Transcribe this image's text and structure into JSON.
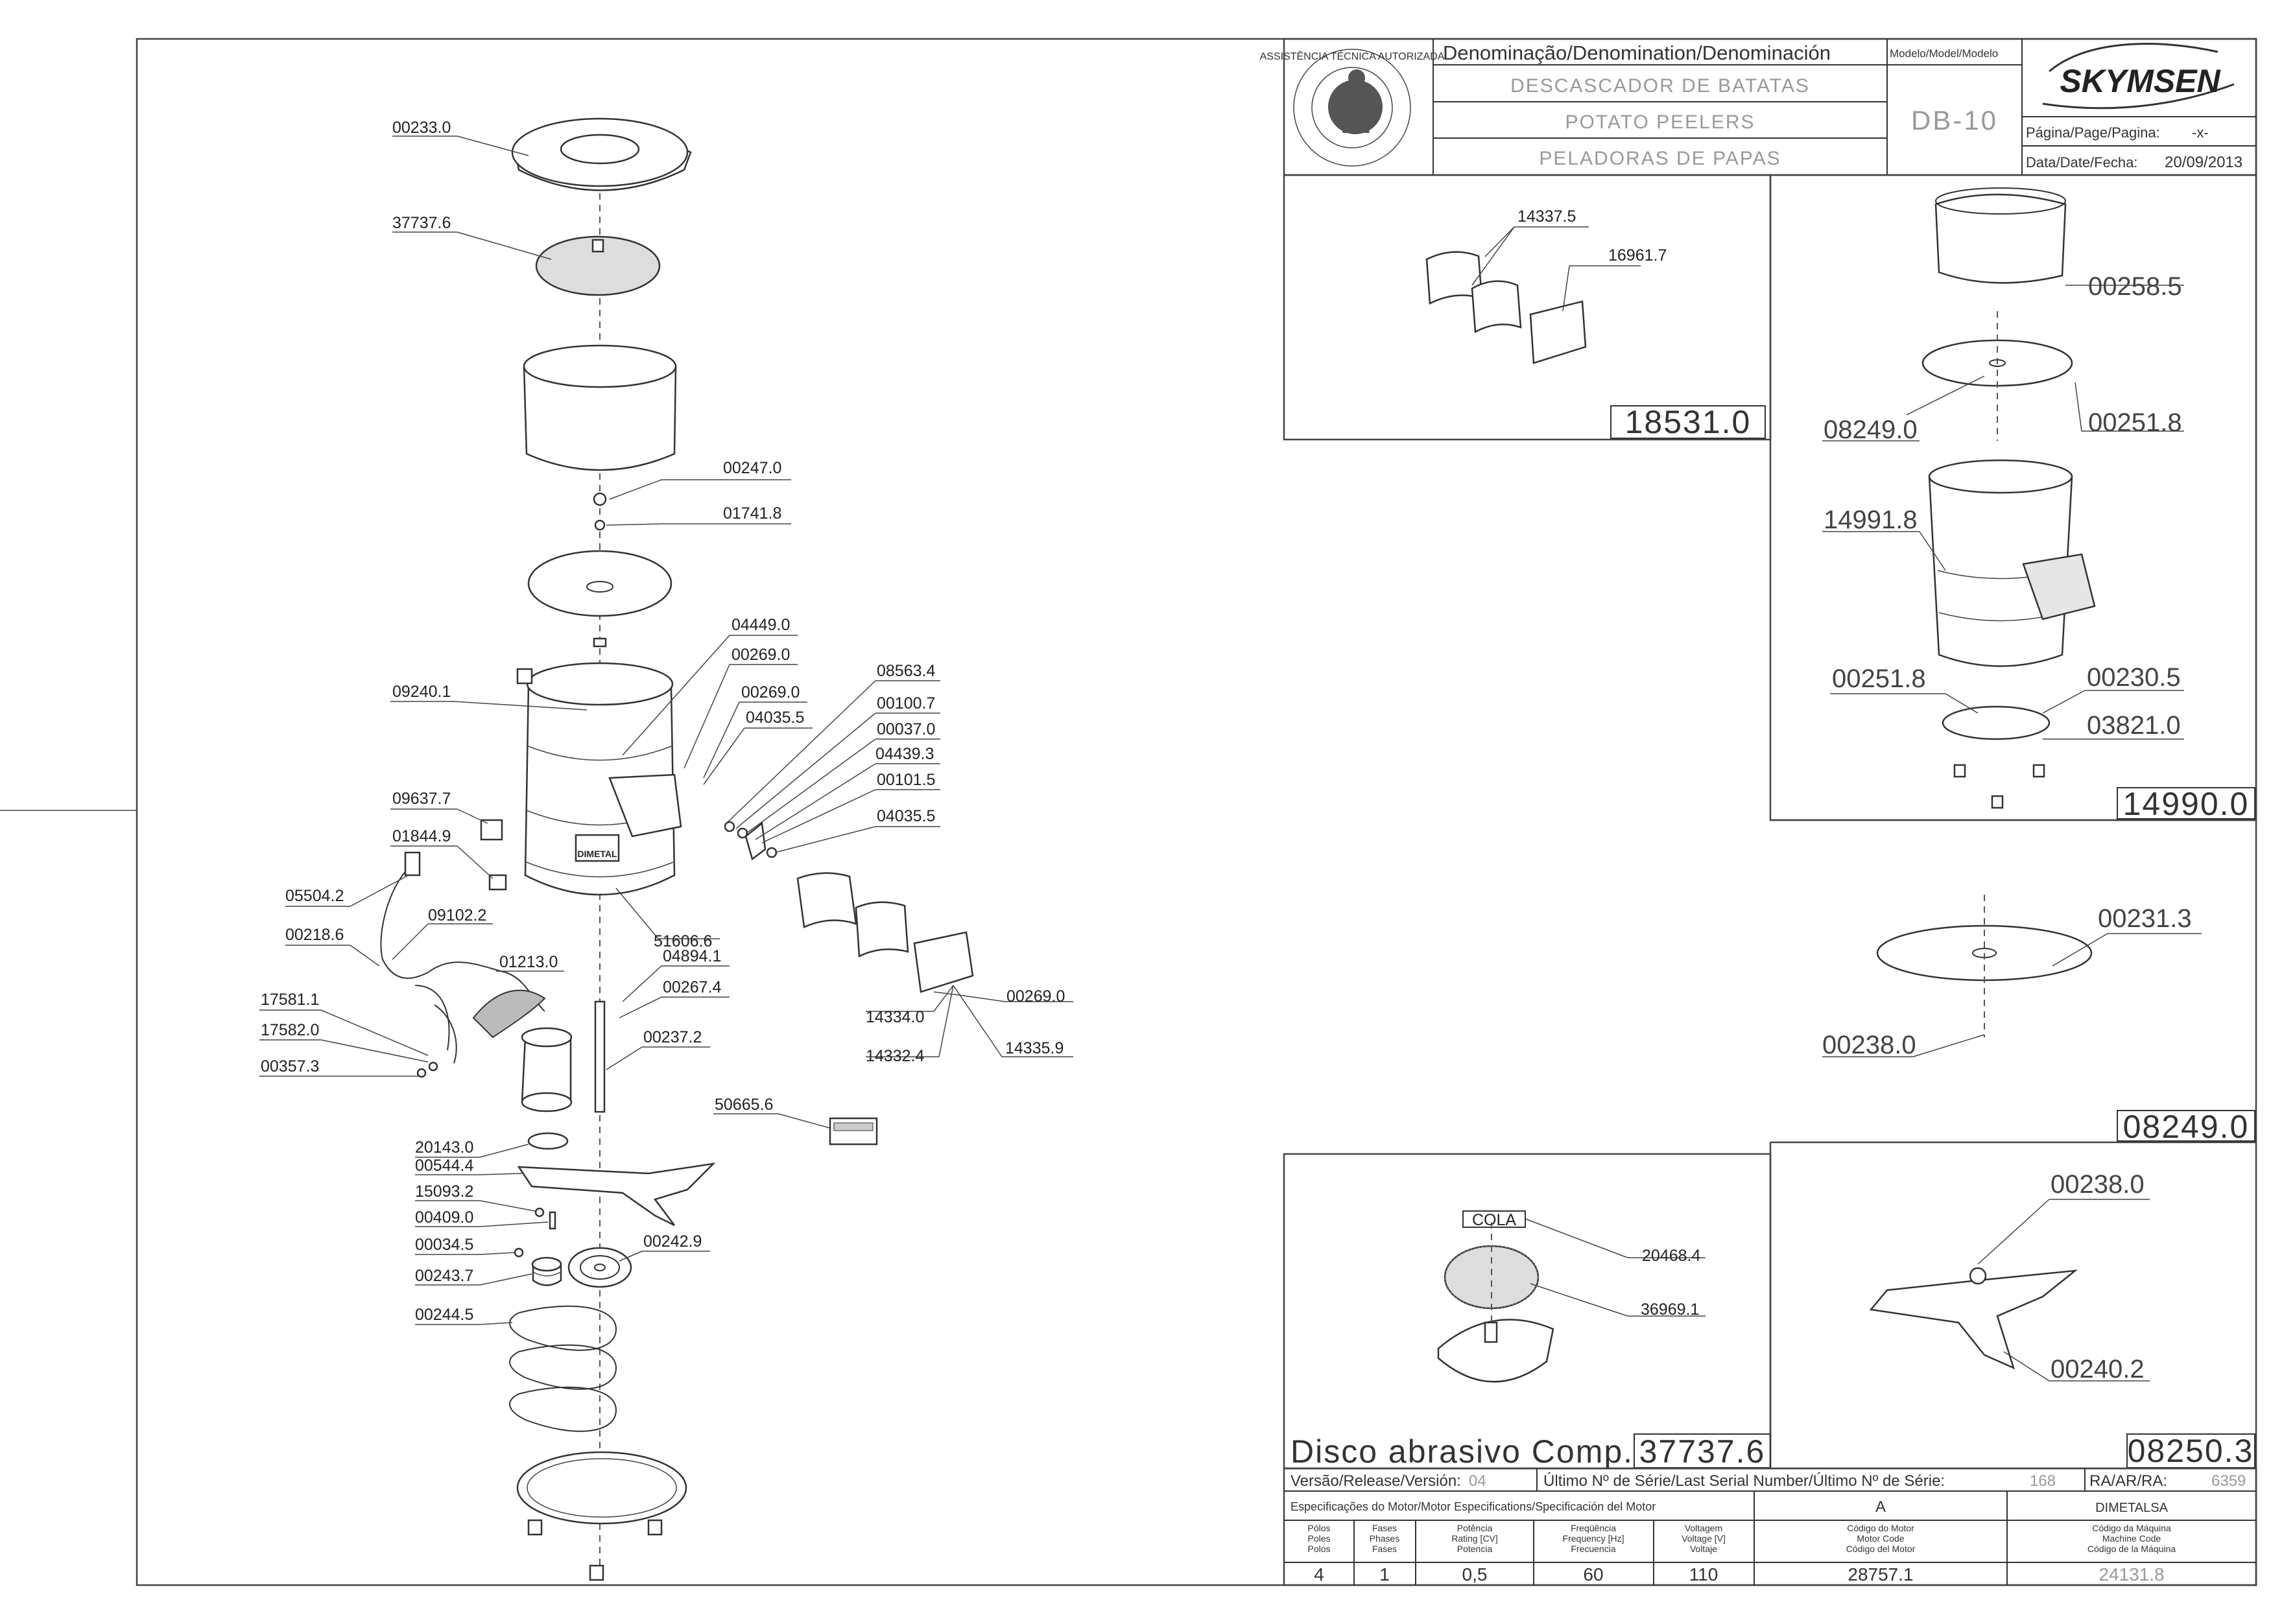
{
  "title_block": {
    "denomination_header": "Denominação/Denomination/Denominación",
    "model_header": "Modelo/Model/Modelo",
    "name_pt": "DESCASCADOR DE BATATAS",
    "name_en": "POTATO PEELERS",
    "name_es": "PELADORAS DE PAPAS",
    "model": "DB-10",
    "brand": "SKYMSEN",
    "page_label": "Página/Page/Pagina:",
    "page_value": "-x-",
    "date_label": "Data/Date/Fecha:",
    "date_value": "20/09/2013",
    "seal_text": "ASSISTÊNCIA TÉCNICA AUTORIZADA"
  },
  "main_callouts": [
    "00233.0",
    "37737.6",
    "00247.0",
    "01741.8",
    "04449.0",
    "00269.0",
    "00269.0",
    "04035.5",
    "08563.4",
    "00100.7",
    "00037.0",
    "04439.3",
    "00101.5",
    "04035.5",
    "09240.1",
    "09637.7",
    "01844.9",
    "05504.2",
    "00218.6",
    "09102.2",
    "01213.0",
    "51606.6",
    "04894.1",
    "00267.4",
    "00237.2",
    "17581.1",
    "17582.0",
    "00357.3",
    "14334.0",
    "14332.4",
    "14335.9",
    "00269.0",
    "50665.6",
    "20143.0",
    "00544.4",
    "15093.2",
    "00409.0",
    "00034.5",
    "00243.7",
    "00242.9",
    "00244.5"
  ],
  "housing_brand": "DIMETAL",
  "box_18531": {
    "code": "18531.0",
    "callouts": [
      "14337.5",
      "16961.7"
    ]
  },
  "box_14990": {
    "code": "14990.0",
    "callouts": [
      "00258.5",
      "08249.0",
      "00251.8",
      "14991.8",
      "00251.8",
      "00230.5",
      "03821.0"
    ]
  },
  "box_08249": {
    "code": "08249.0",
    "callouts": [
      "00231.3",
      "00238.0"
    ]
  },
  "box_08250": {
    "code": "08250.3",
    "callouts": [
      "00238.0",
      "00240.2"
    ]
  },
  "box_37737": {
    "name": "Disco abrasivo Comp.",
    "code": "37737.6",
    "glue_label": "COLA",
    "callouts": [
      "20468.4",
      "36969.1"
    ]
  },
  "release_row": {
    "version_label": "Versão/Release/Versión:",
    "version_value": "04",
    "serial_label": "Último Nº de Série/Last Serial Number/Último Nº de Série:",
    "serial_value": "168",
    "ra_label": "RA/AR/RA:",
    "ra_value": "6359"
  },
  "motor_spec": {
    "header": "Especificações do Motor/Motor Especifications/Specificación del Motor",
    "columns": [
      {
        "l1": "Pólos",
        "l2": "Poles",
        "l3": "Polos",
        "value": "4"
      },
      {
        "l1": "Fases",
        "l2": "Phases",
        "l3": "Fases",
        "value": "1"
      },
      {
        "l1": "Potência",
        "l2": "Rating [CV]",
        "l3": "Potencia",
        "value": "0,5"
      },
      {
        "l1": "Freqüência",
        "l2": "Frequency [Hz]",
        "l3": "Frecuencia",
        "value": "60"
      },
      {
        "l1": "Voltagem",
        "l2": "Voltage [V]",
        "l3": "Voltaje",
        "value": "110"
      }
    ],
    "motor_code_header": "A",
    "motor_code_labels": [
      "Código do Motor",
      "Motor Code",
      "Código del Motor"
    ],
    "motor_code": "28757.1",
    "machine_header": "DIMETALSA",
    "machine_code_labels": [
      "Código da Máquina",
      "Machine Code",
      "Código de la Máquina"
    ],
    "machine_code": "24131.8"
  }
}
